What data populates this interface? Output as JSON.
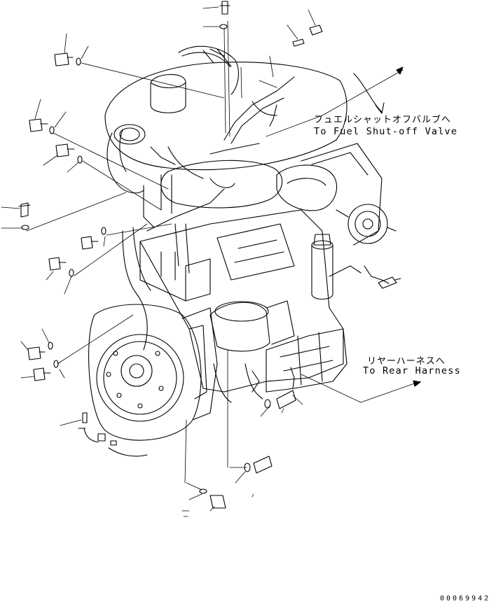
{
  "callouts": {
    "fuel_shutoff": {
      "ja": "フュエルシャットオフバルブへ",
      "en": "To Fuel Shut-off Valve"
    },
    "rear_harness": {
      "ja": "リヤーハーネスへ",
      "en": "To Rear Harness"
    }
  },
  "document_number": "00069942",
  "colors": {
    "line": "#000000",
    "background": "#ffffff"
  }
}
